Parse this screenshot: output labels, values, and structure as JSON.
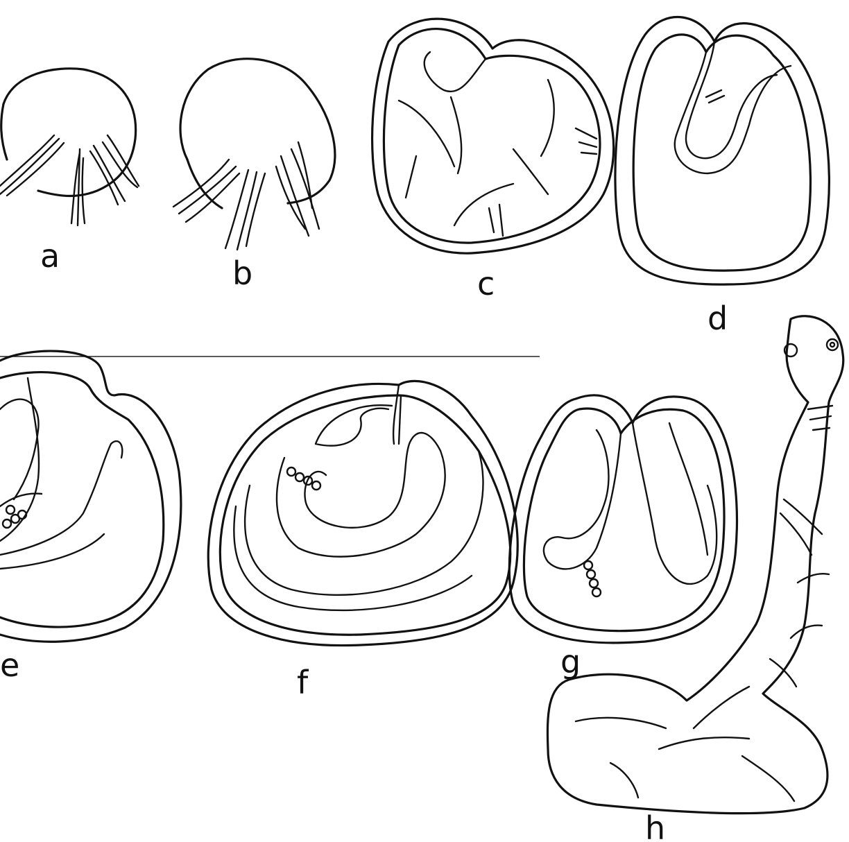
{
  "figure": {
    "panels": [
      {
        "id": "a",
        "label": "a"
      },
      {
        "id": "b",
        "label": "b"
      },
      {
        "id": "c",
        "label": "c"
      },
      {
        "id": "d",
        "label": "d"
      },
      {
        "id": "e",
        "label": "e"
      },
      {
        "id": "f",
        "label": "f"
      },
      {
        "id": "g",
        "label": "g"
      },
      {
        "id": "h",
        "label": "h"
      }
    ],
    "colors": {
      "ink": "#111111",
      "paper": "#ffffff"
    }
  }
}
